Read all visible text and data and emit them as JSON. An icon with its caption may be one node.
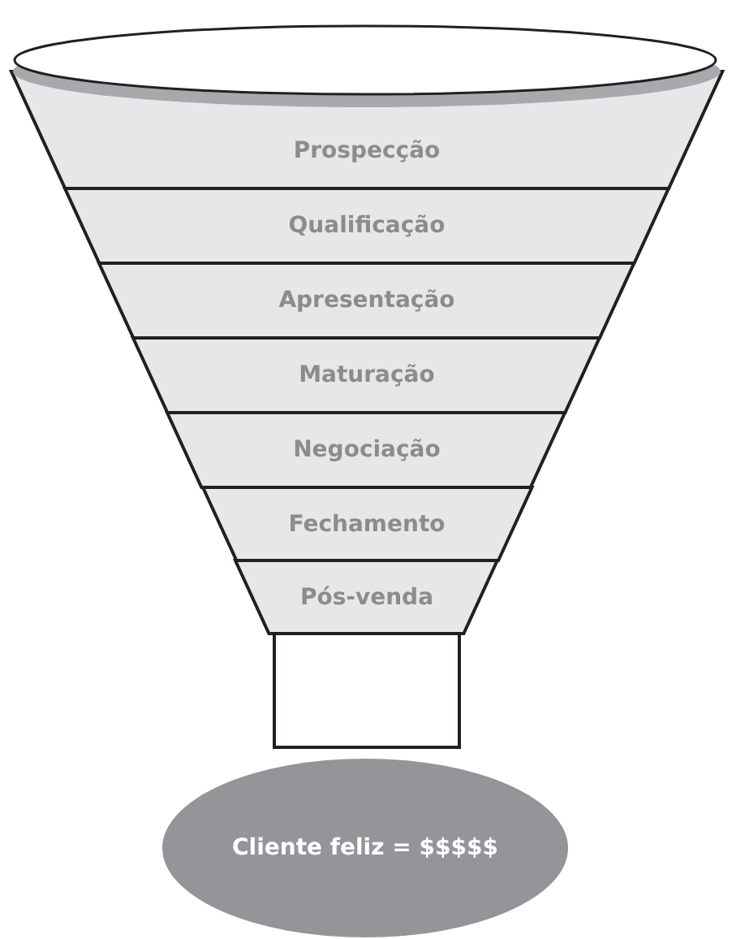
{
  "diagram": {
    "nodes": [
      {
        "text": [
          "Prospecção"
        ]
      },
      {
        "text": [
          "Qualificação"
        ]
      },
      {
        "text": [
          "Apresentação"
        ]
      },
      {
        "text": [
          "Maturação"
        ]
      },
      {
        "text": [
          "Negociação"
        ]
      },
      {
        "text": [
          "Fechamento"
        ]
      },
      {
        "text": [
          "Pós-venda"
        ]
      },
      {
        "text": [
          "Cliente feliz = $$$$$"
        ]
      }
    ]
  }
}
